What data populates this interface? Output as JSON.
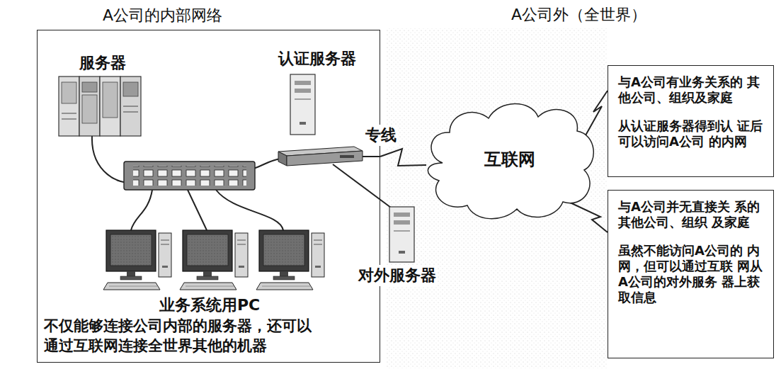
{
  "diagram": {
    "nodes": [
      {
        "text": [
          "A公司的内部网络"
        ]
      },
      {
        "text": [
          "互联网"
        ]
      },
      {
        "text": [
          "与A公司有业务关系的 其他公司、组织及家庭",
          "从认证服务器得到认 证后可以访问A公司 的内网"
        ]
      },
      {
        "text": [
          "与A公司并无直接关 系的其他公司、组织 及家庭",
          "虽然不能访问A公司的 内网，但可以通过互联 网从A公司的对外服务 器上获取信息"
        ]
      }
    ],
    "edges": [
      {
        "from": 0,
        "to": 1,
        "label": "专线",
        "arrow": "none"
      },
      {
        "from": 1,
        "to": 2,
        "arrow": "none"
      },
      {
        "from": 1,
        "to": 3,
        "arrow": "none"
      }
    ],
    "labels": [
      "A公司外（全世界）",
      "服务器",
      "认证服务器",
      "对外服务器",
      "业务系统用PC",
      "不仅能够连接公司内部的服务器，还可以 通过互联网连接全世界其他的机器"
    ]
  }
}
